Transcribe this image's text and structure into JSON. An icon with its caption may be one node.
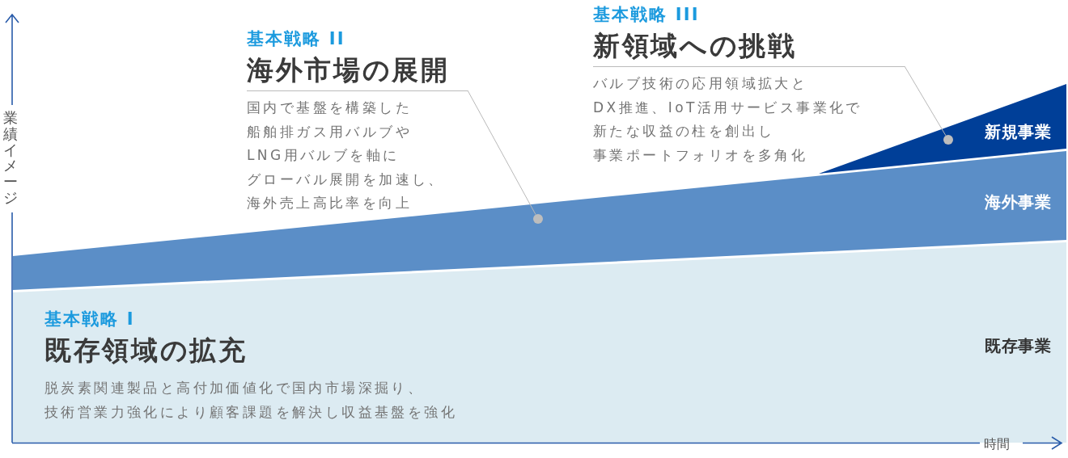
{
  "diagram": {
    "nodes": [
      {
        "text": [
          "基本戦略 III",
          "新領域への挑戦",
          "バルブ技術の応用領域拡大とDX推進、IoT活用サービス事業化で新たな収益の柱を創出し事業ポートフォリオを多角化"
        ]
      },
      {
        "text": [
          "基本戦略 II",
          "海外市場の展開",
          "国内で基盤を構築した船舶排ガス用バルブやLNG用バルブを軸にグローバル展開を加速し、海外売上高比率を向上"
        ]
      },
      {
        "text": [
          "新規事業"
        ]
      },
      {
        "text": [],
        "shape": "circle",
        "in": 2
      },
      {
        "text": [
          "海外事業"
        ]
      },
      {
        "text": [],
        "shape": "circle",
        "in": 4
      },
      {
        "text": [
          "既存事業"
        ]
      },
      {
        "text": [
          "基本戦略 I",
          "既存領域の拡充",
          "脱炭素関連製品と高付加価値化で国内市場深掘り、技術営業力強化により顧客課題を解決し収益基盤を強化"
        ],
        "in": 6
      }
    ],
    "edges": [
      {
        "from": 1,
        "to": 5,
        "arrow": "none"
      },
      {
        "from": 0,
        "to": 3,
        "arrow": "none"
      }
    ],
    "labels": [
      "業績イメージ",
      "時間"
    ]
  }
}
